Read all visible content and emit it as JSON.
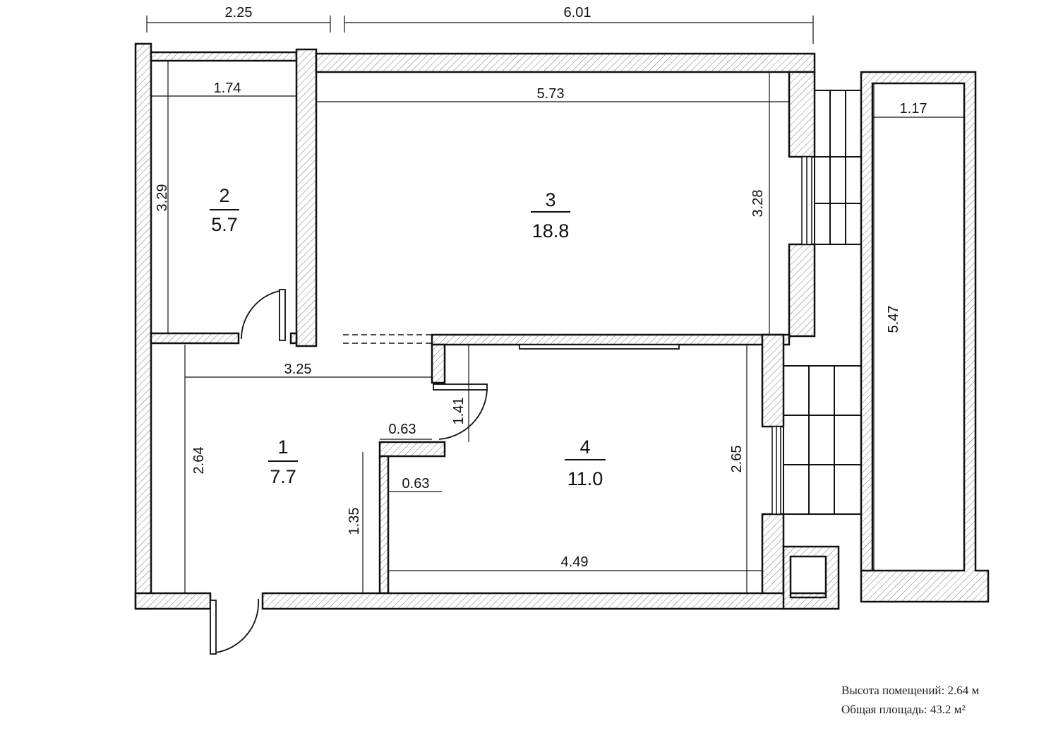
{
  "plan": {
    "overall_dimensions": {
      "left": "2.25",
      "right": "6.01"
    },
    "rooms": [
      {
        "number": "1",
        "area": "7.7"
      },
      {
        "number": "2",
        "area": "5.7"
      },
      {
        "number": "3",
        "area": "18.8"
      },
      {
        "number": "4",
        "area": "11.0"
      }
    ],
    "dimensions": {
      "room2_width": "1.74",
      "room2_height": "3.29",
      "room3_width": "5.73",
      "room3_height": "3.28",
      "hall_width": "3.25",
      "hall_height": "2.64",
      "hall_step_upper": "0.63",
      "hall_step_lower": "0.63",
      "hall_lower_depth": "1.35",
      "room4_step_height": "1.41",
      "room4_width": "4.49",
      "room4_height": "2.65",
      "balcony_width": "1.17",
      "balcony_length": "5.47"
    }
  },
  "notes": {
    "height": "Высота помещений: 2.64 м",
    "area": "Общая площадь: 43.2 м²"
  }
}
